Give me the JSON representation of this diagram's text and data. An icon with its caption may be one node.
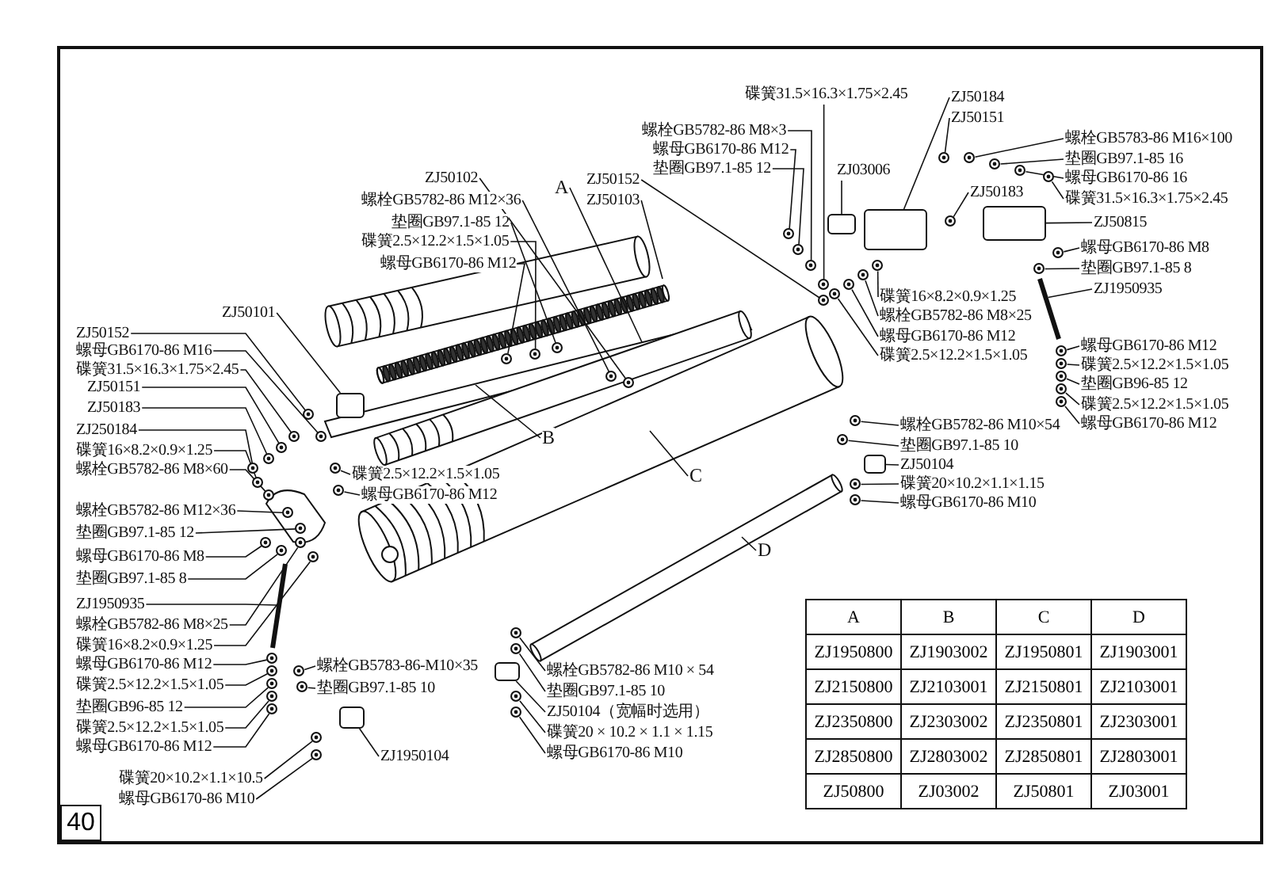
{
  "diagram": {
    "nodes": [
      {
        "text": [
          "ZJ50152"
        ]
      },
      {
        "text": [
          "螺母GB6170-86 M16"
        ]
      },
      {
        "text": [
          "碟簧31.5×16.3×1.75×2.45"
        ]
      },
      {
        "text": [
          "ZJ50151"
        ]
      },
      {
        "text": [
          "ZJ50183"
        ]
      },
      {
        "text": [
          "ZJ250184"
        ]
      },
      {
        "text": [
          "碟簧16×8.2×0.9×1.25"
        ]
      },
      {
        "text": [
          "螺栓GB5782-86 M8×60"
        ]
      },
      {
        "text": [
          "螺栓GB5782-86 M12×36"
        ]
      },
      {
        "text": [
          "垫圈GB97.1-85 12"
        ]
      },
      {
        "text": [
          "螺母GB6170-86 M8"
        ]
      },
      {
        "text": [
          "垫圈GB97.1-85 8"
        ]
      },
      {
        "text": [
          "ZJ1950935"
        ]
      },
      {
        "text": [
          "螺栓GB5782-86 M8×25"
        ]
      },
      {
        "text": [
          "碟簧16×8.2×0.9×1.25"
        ]
      },
      {
        "text": [
          "螺母GB6170-86 M12"
        ]
      },
      {
        "text": [
          "碟簧2.5×12.2×1.5×1.05"
        ]
      },
      {
        "text": [
          "垫圈GB96-85 12"
        ]
      },
      {
        "text": [
          "碟簧2.5×12.2×1.5×1.05"
        ]
      },
      {
        "text": [
          "螺母GB6170-86 M12"
        ]
      },
      {
        "text": [
          "螺栓GB5783-86-M10×35"
        ]
      },
      {
        "text": [
          "垫圈GB97.1-85 10"
        ]
      },
      {
        "text": [
          "碟簧20×10.2×1.1×10.5"
        ]
      },
      {
        "text": [
          "螺母GB6170-86 M10"
        ]
      },
      {
        "text": [
          "ZJ1950104"
        ]
      },
      {
        "text": [
          "ZJ50102"
        ]
      },
      {
        "text": [
          "螺栓GB5782-86 M12×36"
        ]
      },
      {
        "text": [
          "垫圈GB97.1-85 12"
        ]
      },
      {
        "text": [
          "碟簧2.5×12.2×1.5×1.05"
        ]
      },
      {
        "text": [
          "螺母GB6170-86 M12"
        ]
      },
      {
        "text": [
          "A"
        ]
      },
      {
        "text": [
          "ZJ50152"
        ]
      },
      {
        "text": [
          "ZJ50103"
        ]
      },
      {
        "text": [
          "ZJ50101"
        ]
      },
      {
        "text": [
          "B"
        ]
      },
      {
        "text": [
          "C"
        ]
      },
      {
        "text": [
          "D"
        ]
      },
      {
        "text": [
          "碟簧2.5×12.2×1.5×1.05"
        ]
      },
      {
        "text": [
          "螺母GB6170-86 M12"
        ]
      },
      {
        "text": [
          "螺母GB6170-86 M12"
        ]
      },
      {
        "text": [
          "垫圈GB97.1-85 12"
        ]
      },
      {
        "text": [
          "螺栓GB5782-86 M8×3"
        ]
      },
      {
        "text": [
          "碟簧31.5×16.3×1.75×2.45"
        ]
      },
      {
        "text": [
          "ZJ03006"
        ]
      },
      {
        "text": [
          "ZJ50184"
        ]
      },
      {
        "text": [
          "ZJ50151"
        ]
      },
      {
        "text": [
          "ZJ50183"
        ]
      },
      {
        "text": [
          "螺栓GB5783-86 M16×100"
        ]
      },
      {
        "text": [
          "垫圈GB97.1-85 16"
        ]
      },
      {
        "text": [
          "螺母GB6170-86 16"
        ]
      },
      {
        "text": [
          "碟簧31.5×16.3×1.75×2.45"
        ]
      },
      {
        "text": [
          "ZJ50815"
        ]
      },
      {
        "text": [
          "螺母GB6170-86 M8"
        ]
      },
      {
        "text": [
          "垫圈GB97.1-85 8"
        ]
      },
      {
        "text": [
          "ZJ1950935"
        ]
      },
      {
        "text": [
          "碟簧16×8.2×0.9×1.25"
        ]
      },
      {
        "text": [
          "螺栓GB5782-86 M8×25"
        ]
      },
      {
        "text": [
          "螺母GB6170-86 M12"
        ]
      },
      {
        "text": [
          "碟簧2.5×12.2×1.5×1.05"
        ]
      },
      {
        "text": [
          "螺母GB6170-86 M12"
        ]
      },
      {
        "text": [
          "碟簧2.5×12.2×1.5×1.05"
        ]
      },
      {
        "text": [
          "垫圈GB96-85 12"
        ]
      },
      {
        "text": [
          "碟簧2.5×12.2×1.5×1.05"
        ]
      },
      {
        "text": [
          "螺母GB6170-86 M12"
        ]
      },
      {
        "text": [
          "螺栓GB5782-86 M10×54"
        ]
      },
      {
        "text": [
          "垫圈GB97.1-85 10"
        ]
      },
      {
        "text": [
          "ZJ50104"
        ]
      },
      {
        "text": [
          "碟簧20×10.2×1.1×1.15"
        ]
      },
      {
        "text": [
          "螺母GB6170-86 M10"
        ]
      },
      {
        "text": [
          "螺栓GB5782-86 M10 × 54"
        ]
      },
      {
        "text": [
          "垫圈GB97.1-85 10"
        ]
      },
      {
        "text": [
          "ZJ50104（宽幅时选用）"
        ]
      },
      {
        "text": [
          "碟簧20 × 10.2 × 1.1 × 1.15"
        ]
      },
      {
        "text": [
          "螺母GB6170-86 M10"
        ]
      },
      {
        "text": [],
        "shape": "circle"
      },
      {
        "text": [],
        "shape": "circle"
      },
      {
        "text": [],
        "shape": "circle"
      },
      {
        "text": [],
        "shape": "circle"
      },
      {
        "text": [],
        "shape": "circle"
      },
      {
        "text": [],
        "shape": "circle"
      },
      {
        "text": [],
        "shape": "circle"
      },
      {
        "text": [],
        "shape": "circle"
      },
      {
        "text": [],
        "shape": "circle"
      },
      {
        "text": [],
        "shape": "circle"
      },
      {
        "text": [],
        "shape": "circle"
      },
      {
        "text": [],
        "shape": "circle"
      },
      {
        "text": [],
        "shape": "circle"
      },
      {
        "text": [],
        "shape": "circle"
      },
      {
        "text": [],
        "shape": "circle"
      },
      {
        "text": [],
        "shape": "circle"
      },
      {
        "text": [],
        "shape": "circle"
      },
      {
        "text": [],
        "shape": "circle"
      },
      {
        "text": [],
        "shape": "circle"
      },
      {
        "text": [],
        "shape": "circle"
      },
      {
        "text": [],
        "shape": "circle"
      },
      {
        "text": [],
        "shape": "circle"
      },
      {
        "text": [],
        "shape": "circle"
      },
      {
        "text": [],
        "shape": "circle"
      },
      {
        "text": [],
        "shape": "circle"
      },
      {
        "text": [],
        "shape": "circle"
      },
      {
        "text": [],
        "shape": "circle"
      },
      {
        "text": [],
        "shape": "circle"
      },
      {
        "text": [],
        "shape": "circle"
      },
      {
        "text": [],
        "shape": "circle"
      },
      {
        "text": [],
        "shape": "circle"
      },
      {
        "text": [],
        "shape": "circle"
      },
      {
        "text": [],
        "shape": "circle"
      },
      {
        "text": [],
        "shape": "circle"
      },
      {
        "text": [],
        "shape": "circle"
      },
      {
        "text": [],
        "shape": "circle"
      },
      {
        "text": [],
        "shape": "circle"
      },
      {
        "text": [],
        "shape": "circle"
      },
      {
        "text": [],
        "shape": "circle"
      },
      {
        "text": [],
        "shape": "circle"
      },
      {
        "text": [],
        "shape": "circle"
      },
      {
        "text": [],
        "shape": "circle"
      },
      {
        "text": [],
        "shape": "circle"
      },
      {
        "text": [],
        "shape": "circle"
      },
      {
        "text": [],
        "shape": "circle"
      },
      {
        "text": [],
        "shape": "circle"
      },
      {
        "text": [],
        "shape": "circle"
      },
      {
        "text": [],
        "shape": "circle"
      },
      {
        "text": [],
        "shape": "circle"
      },
      {
        "text": [],
        "shape": "circle"
      },
      {
        "text": [],
        "shape": "circle"
      },
      {
        "text": [],
        "shape": "circle"
      },
      {
        "text": [],
        "shape": "circle"
      },
      {
        "text": [],
        "shape": "circle"
      },
      {
        "text": [],
        "shape": "circle"
      },
      {
        "text": [],
        "shape": "circle"
      },
      {
        "text": [],
        "shape": "circle"
      },
      {
        "text": [],
        "shape": "circle"
      },
      {
        "text": [],
        "shape": "circle"
      },
      {
        "text": [],
        "shape": "circle"
      },
      {
        "text": [],
        "shape": "bar"
      },
      {
        "text": [],
        "shape": "box"
      },
      {
        "text": [],
        "shape": "box"
      },
      {
        "text": [],
        "shape": "box"
      },
      {
        "text": [],
        "shape": "box"
      },
      {
        "text": [],
        "shape": "bar"
      },
      {
        "text": [],
        "shape": "box"
      },
      {
        "text": [],
        "shape": "box"
      },
      {
        "text": [],
        "shape": "box"
      }
    ],
    "edges": [
      {
        "from": 0,
        "to": 74,
        "arrow": "none"
      },
      {
        "from": 1,
        "to": 75,
        "arrow": "none"
      },
      {
        "from": 2,
        "to": 76,
        "arrow": "none"
      },
      {
        "from": 3,
        "to": 77,
        "arrow": "none"
      },
      {
        "from": 4,
        "to": 78,
        "arrow": "none"
      },
      {
        "from": 5,
        "to": 79,
        "arrow": "none"
      },
      {
        "from": 6,
        "to": 80,
        "arrow": "none"
      },
      {
        "from": 7,
        "to": 81,
        "arrow": "none"
      },
      {
        "from": 8,
        "to": 82,
        "arrow": "none"
      },
      {
        "from": 9,
        "to": 83,
        "arrow": "none"
      },
      {
        "from": 10,
        "to": 84,
        "arrow": "none"
      },
      {
        "from": 11,
        "to": 85,
        "arrow": "none"
      },
      {
        "from": 12,
        "to": 134,
        "arrow": "none"
      },
      {
        "from": 13,
        "to": 86,
        "arrow": "none"
      },
      {
        "from": 14,
        "to": 87,
        "arrow": "none"
      },
      {
        "from": 15,
        "to": 88,
        "arrow": "none"
      },
      {
        "from": 16,
        "to": 89,
        "arrow": "none"
      },
      {
        "from": 17,
        "to": 90,
        "arrow": "none"
      },
      {
        "from": 18,
        "to": 91,
        "arrow": "none"
      },
      {
        "from": 19,
        "to": 92,
        "arrow": "none"
      },
      {
        "from": 20,
        "to": 93,
        "arrow": "none"
      },
      {
        "from": 21,
        "to": 94,
        "arrow": "none"
      },
      {
        "from": 22,
        "to": 95,
        "arrow": "none"
      },
      {
        "from": 23,
        "to": 96,
        "arrow": "none"
      },
      {
        "from": 24,
        "to": 142,
        "arrow": "none"
      },
      {
        "from": 25,
        "to": 97,
        "arrow": "none"
      },
      {
        "from": 26,
        "to": 98,
        "arrow": "none"
      },
      {
        "from": 27,
        "to": 99,
        "arrow": "none"
      },
      {
        "from": 28,
        "to": 100,
        "arrow": "none"
      },
      {
        "from": 29,
        "to": 101,
        "arrow": "none"
      },
      {
        "from": 30,
        "to": null,
        "arrow": "none"
      },
      {
        "from": 31,
        "to": 102,
        "arrow": "none"
      },
      {
        "from": 32,
        "to": null,
        "arrow": "none"
      },
      {
        "from": 33,
        "to": 135,
        "arrow": "none"
      },
      {
        "from": 34,
        "to": null,
        "arrow": "none"
      },
      {
        "from": 35,
        "to": null,
        "arrow": "none"
      },
      {
        "from": 36,
        "to": null,
        "arrow": "none"
      },
      {
        "from": 37,
        "to": 103,
        "arrow": "none"
      },
      {
        "from": 38,
        "to": 104,
        "arrow": "none"
      },
      {
        "from": 39,
        "to": 105,
        "arrow": "none"
      },
      {
        "from": 40,
        "to": 106,
        "arrow": "none"
      },
      {
        "from": 41,
        "to": 107,
        "arrow": "none"
      },
      {
        "from": 42,
        "to": 108,
        "arrow": "none"
      },
      {
        "from": 43,
        "to": 136,
        "arrow": "none"
      },
      {
        "from": 44,
        "to": 137,
        "arrow": "none"
      },
      {
        "from": 45,
        "to": 109,
        "arrow": "none"
      },
      {
        "from": 46,
        "to": 110,
        "arrow": "none"
      },
      {
        "from": 47,
        "to": 111,
        "arrow": "none"
      },
      {
        "from": 48,
        "to": 112,
        "arrow": "none"
      },
      {
        "from": 49,
        "to": 113,
        "arrow": "none"
      },
      {
        "from": 50,
        "to": 114,
        "arrow": "none"
      },
      {
        "from": 51,
        "to": 138,
        "arrow": "none"
      },
      {
        "from": 52,
        "to": 115,
        "arrow": "none"
      },
      {
        "from": 53,
        "to": 116,
        "arrow": "none"
      },
      {
        "from": 54,
        "to": 139,
        "arrow": "none"
      },
      {
        "from": 55,
        "to": 117,
        "arrow": "none"
      },
      {
        "from": 56,
        "to": 118,
        "arrow": "none"
      },
      {
        "from": 57,
        "to": 119,
        "arrow": "none"
      },
      {
        "from": 58,
        "to": 120,
        "arrow": "none"
      },
      {
        "from": 59,
        "to": 121,
        "arrow": "none"
      },
      {
        "from": 60,
        "to": 122,
        "arrow": "none"
      },
      {
        "from": 61,
        "to": 123,
        "arrow": "none"
      },
      {
        "from": 62,
        "to": 124,
        "arrow": "none"
      },
      {
        "from": 63,
        "to": 125,
        "arrow": "none"
      },
      {
        "from": 64,
        "to": 126,
        "arrow": "none"
      },
      {
        "from": 65,
        "to": 127,
        "arrow": "none"
      },
      {
        "from": 66,
        "to": 140,
        "arrow": "none"
      },
      {
        "from": 67,
        "to": 128,
        "arrow": "none"
      },
      {
        "from": 68,
        "to": 129,
        "arrow": "none"
      },
      {
        "from": 69,
        "to": 130,
        "arrow": "none"
      },
      {
        "from": 70,
        "to": 131,
        "arrow": "none"
      },
      {
        "from": 71,
        "to": 141,
        "arrow": "none"
      },
      {
        "from": 72,
        "to": 132,
        "arrow": "none"
      },
      {
        "from": 73,
        "to": 133,
        "arrow": "none"
      }
    ],
    "labels": [
      "40",
      "A",
      "B",
      "C",
      "D",
      "ZJ1950800",
      "ZJ1903002",
      "ZJ1950801",
      "ZJ1903001",
      "ZJ2150800",
      "ZJ2103001",
      "ZJ2150801",
      "ZJ2103001",
      "ZJ2350800",
      "ZJ2303002",
      "ZJ2350801",
      "ZJ2303001",
      "ZJ2850800",
      "ZJ2803002",
      "ZJ2850801",
      "ZJ2803001",
      "ZJ50800",
      "ZJ03002",
      "ZJ50801",
      "ZJ03001"
    ]
  }
}
